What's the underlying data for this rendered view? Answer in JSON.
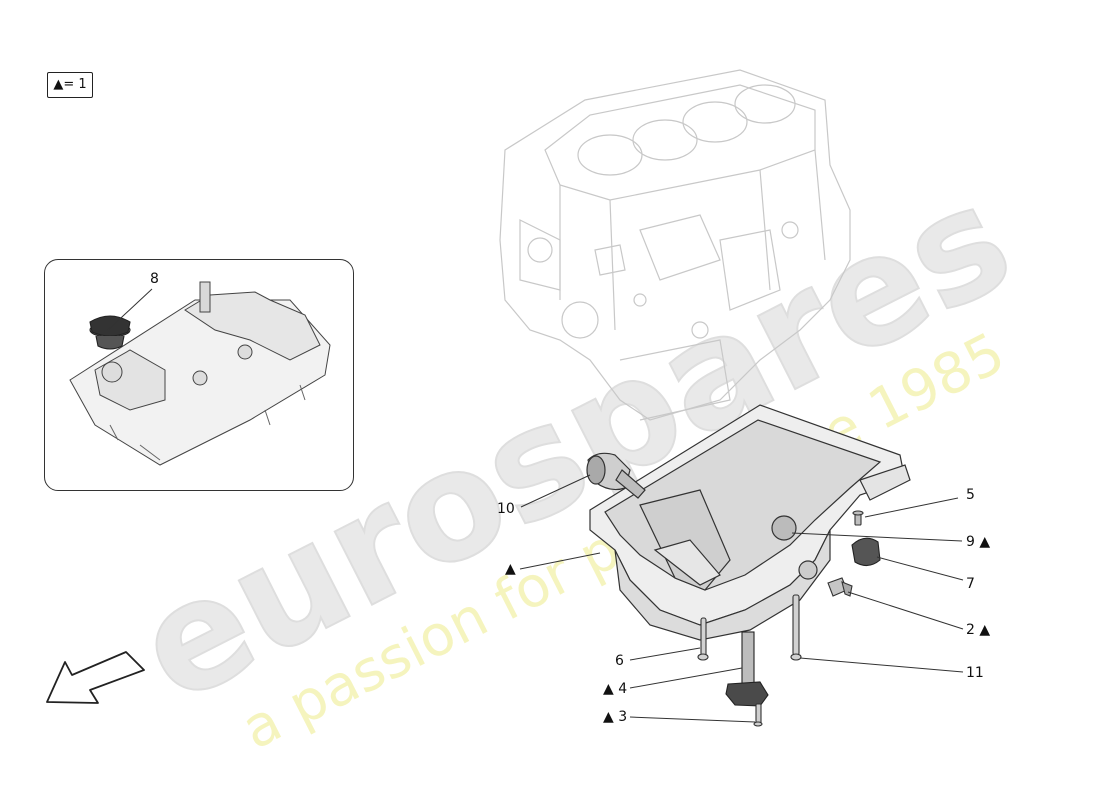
{
  "legend": {
    "symbol": "▲",
    "text": "= 1"
  },
  "callouts": {
    "c8": "8",
    "c10": "10",
    "c5": "5",
    "c9": "9",
    "c9_mark": "▲",
    "cA": "▲",
    "c7": "7",
    "c2": "2",
    "c2_mark": "▲",
    "c6": "6",
    "c11": "11",
    "c4": "4",
    "c4_mark": "▲",
    "c3": "3",
    "c3_mark": "▲"
  },
  "watermark": {
    "brand": "eurospares",
    "tagline": "a passion for parts since 1985",
    "brand_color": "#e9e9e9",
    "tagline_color": "#f1f0a8"
  }
}
